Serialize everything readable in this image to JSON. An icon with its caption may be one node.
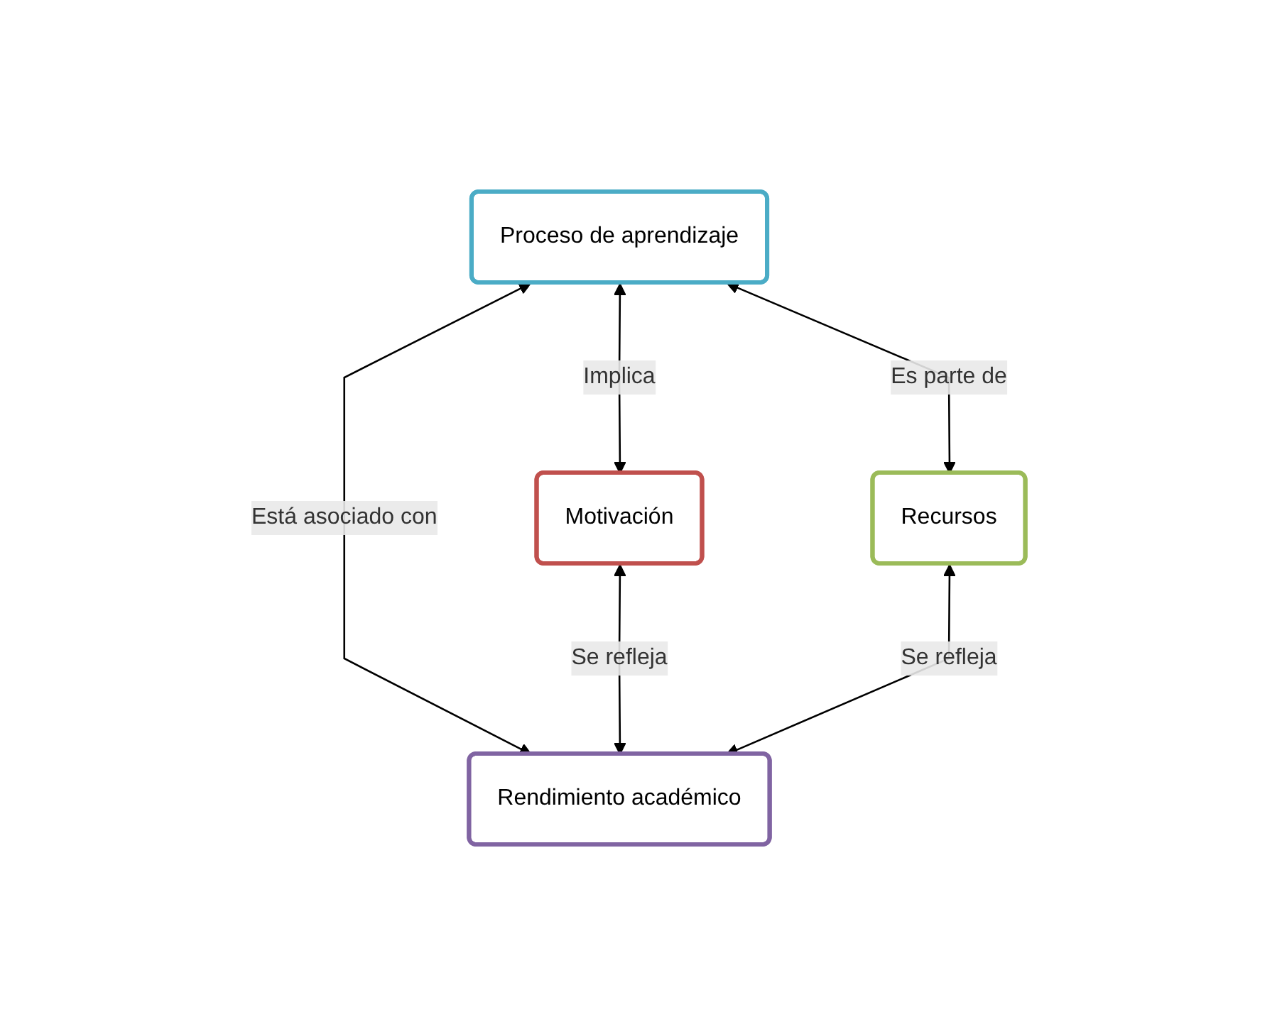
{
  "diagram": {
    "nodes": [
      {
        "text": [
          "Proceso de aprendizaje"
        ]
      },
      {
        "text": [
          "Motivación"
        ]
      },
      {
        "text": [
          "Recursos"
        ]
      },
      {
        "text": [
          "Rendimiento académico"
        ]
      }
    ],
    "edges": [
      {
        "from": 0,
        "to": 1,
        "arrow": "both",
        "label": "Implica"
      },
      {
        "from": 0,
        "to": 2,
        "arrow": "both",
        "label": "Es parte de"
      },
      {
        "from": 0,
        "to": 3,
        "arrow": "both",
        "label": "Está asociado con"
      },
      {
        "from": 1,
        "to": 3,
        "arrow": "both",
        "label": "Se refleja"
      },
      {
        "from": 2,
        "to": 3,
        "arrow": "both",
        "label": "Se refleja"
      }
    ]
  }
}
